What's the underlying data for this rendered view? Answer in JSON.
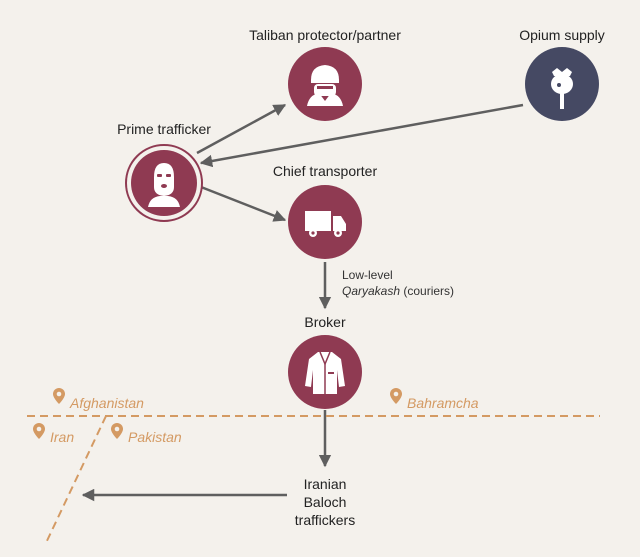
{
  "nodes": {
    "taliban": {
      "label": "Taliban protector/partner"
    },
    "opium": {
      "label": "Opium supply"
    },
    "prime": {
      "label": "Prime trafficker"
    },
    "chief": {
      "label": "Chief transporter"
    },
    "broker": {
      "label": "Broker"
    },
    "iranian": {
      "label_lines": [
        "Iranian",
        "Baloch",
        "traffickers"
      ]
    }
  },
  "couriers": {
    "line1": "Low-level",
    "line2_italic": "Qaryakash",
    "line2_rest": " (couriers)"
  },
  "places": {
    "afghanistan": "Afghanistan",
    "bahramcha": "Bahramcha",
    "iran": "Iran",
    "pakistan": "Pakistan"
  },
  "colors": {
    "node": "#8f3a52",
    "opium_node": "#454963",
    "arrow": "#5f5f5f",
    "border": "#d49a63",
    "background": "#f4f1ec"
  },
  "icons": {
    "taliban": "turbaned-man-icon",
    "opium": "poppy-pod-icon",
    "prime": "balaclava-icon",
    "chief": "truck-icon",
    "broker": "coat-icon",
    "pin": "location-pin-icon"
  }
}
